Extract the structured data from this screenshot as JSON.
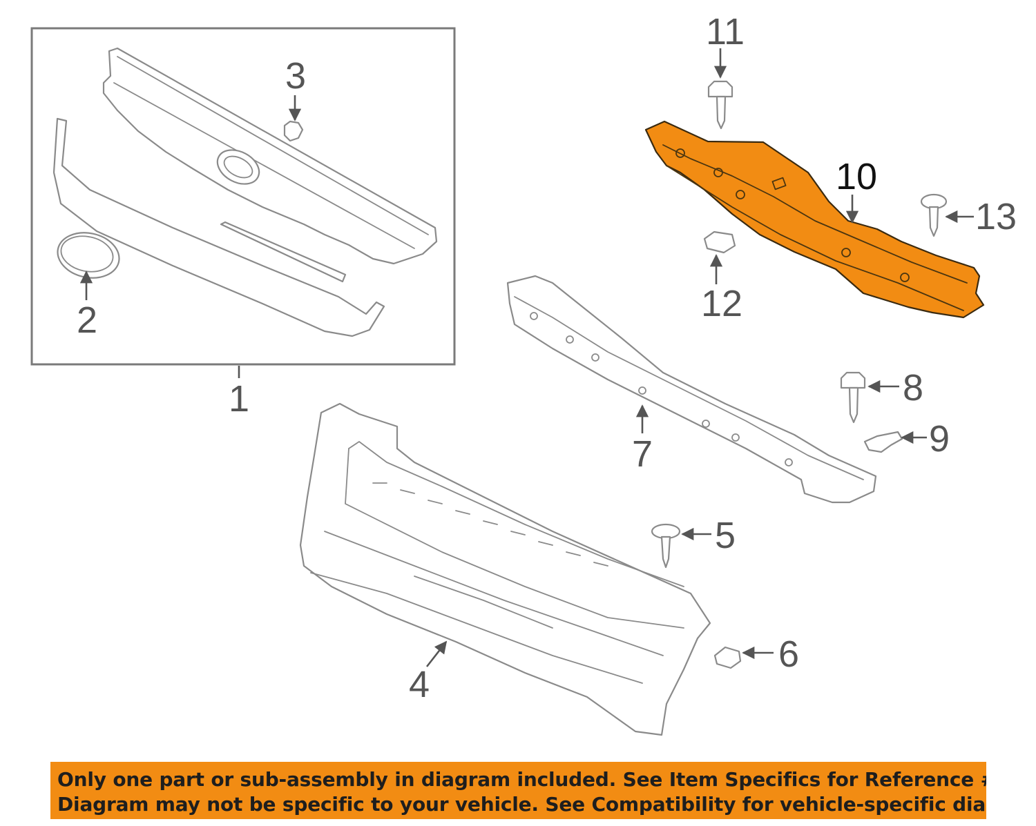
{
  "colors": {
    "highlight_part": "#f28c13",
    "banner_background": "#f28c13",
    "banner_text": "#1e1e1e",
    "line_art": "#8a8a8a",
    "callout_text": "#555555"
  },
  "callouts": {
    "c1": "1",
    "c2": "2",
    "c3": "3",
    "c4": "4",
    "c5": "5",
    "c6": "6",
    "c7": "7",
    "c8": "8",
    "c9": "9",
    "c10": "10",
    "c11": "11",
    "c12": "12",
    "c13": "13"
  },
  "highlighted_callout": "10",
  "banner": {
    "line1": "Only one part or sub-assembly in diagram included. See Item Specifics for Reference #.",
    "line2": "Diagram may not be specific to your vehicle. See Compatibility for vehicle-specific diagrams."
  }
}
